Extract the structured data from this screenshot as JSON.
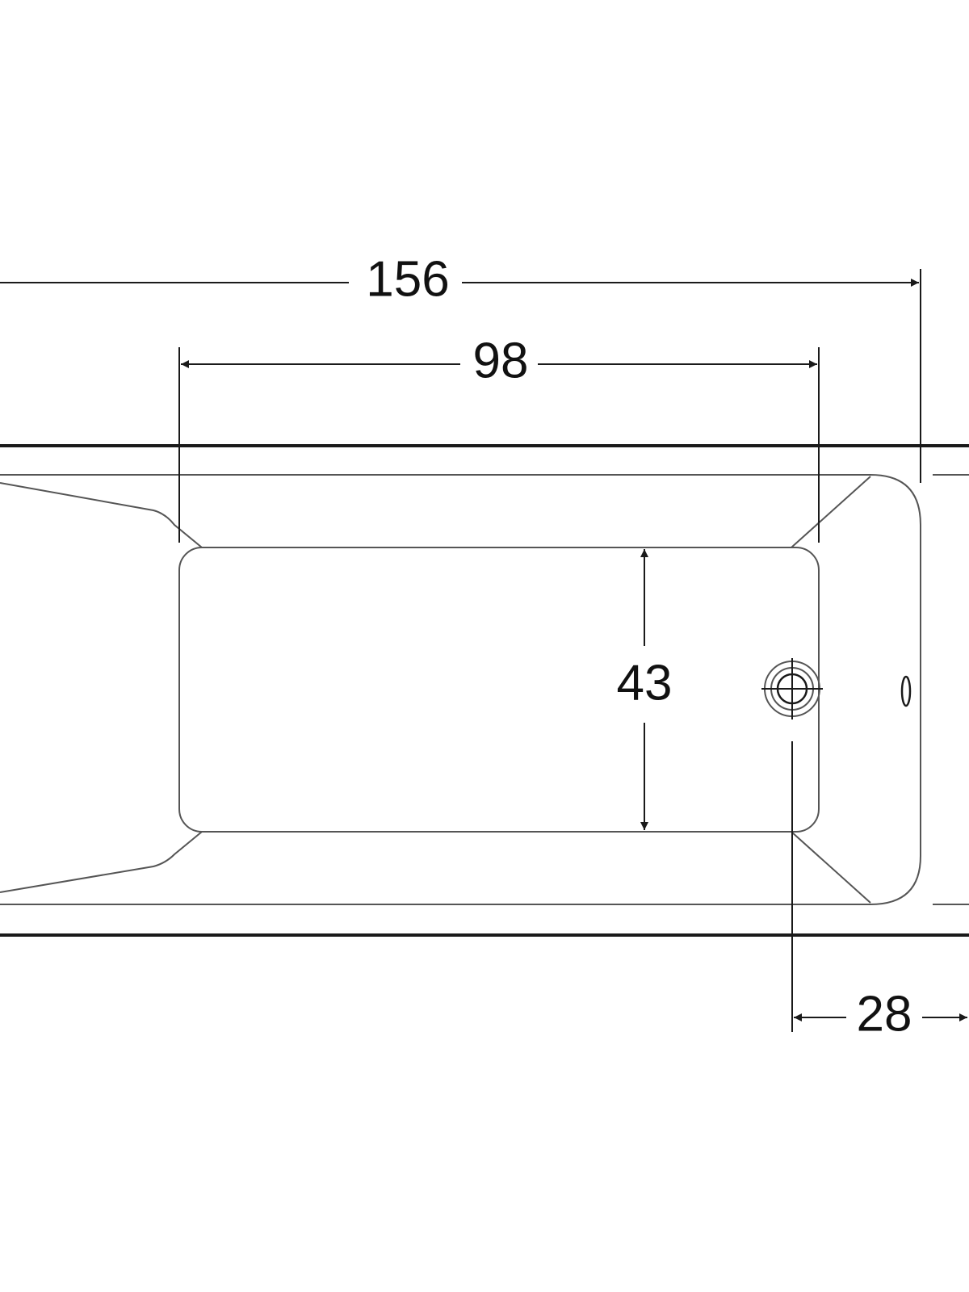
{
  "diagram": {
    "dimensions": {
      "overall_length": "156",
      "inner_basin_length": "98",
      "inner_basin_width": "43",
      "drain_offset": "28"
    },
    "colors": {
      "background": "#ffffff",
      "line": "#1a1a1a",
      "fine_line": "#555555"
    }
  }
}
